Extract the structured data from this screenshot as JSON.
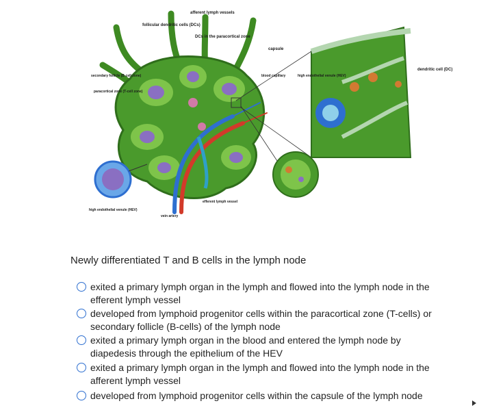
{
  "diagram": {
    "labels": {
      "afferent": "afferent lymph vessels",
      "fdc": "follicular dendritic cells (DCs)",
      "dcs_para": "DCs in the paracortical zone",
      "capsule": "capsule",
      "secondary": "secondary follicle (B-cell zone)",
      "paracortical": "paracortical zone (T-cell zone)",
      "blood_cap": "blood capillary",
      "hev_right": "high endothelial venule (HEV)",
      "dendritic": "dendritic cell (DC)",
      "hev_left": "high endothelial venule (HEV)",
      "vein_artery": "vein artery",
      "efferent": "efferent lymph vessel"
    },
    "colors": {
      "node_green": "#4a9a2c",
      "dark_green": "#2f6e1b",
      "follicle": "#7ec44a",
      "purple": "#8a6fc2",
      "artery": "#d23a2a",
      "vein": "#2e6fd0",
      "lymph": "#2fa0c8"
    }
  },
  "question": {
    "text": "Newly differentiated T and B cells in the lymph node",
    "options": [
      "exited a primary lymph organ in the lymph and flowed into the lymph node in the efferent lymph vessel",
      "developed from lymphoid progenitor cells within the paracortical zone (T-cells) or secondary follicle (B-cells) of the lymph node",
      "exited a primary lymph organ in the blood and entered the lymph node by diapedesis through the epithelium of the HEV",
      "exited a primary lymph organ in the lymph and flowed into the lymph node in the afferent lymph vessel",
      "developed from lymphoid progenitor cells within the capsule of the lymph node"
    ]
  }
}
